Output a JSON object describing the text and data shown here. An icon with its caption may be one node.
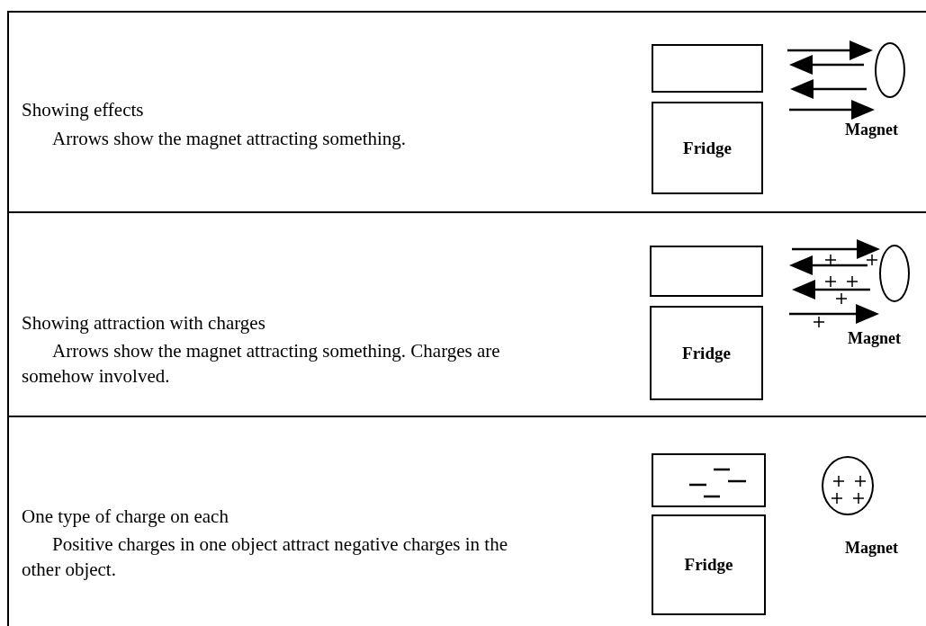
{
  "diagram": {
    "nodes": [
      {
        "text": [
          "Showing effects",
          "Arrows show the magnet attracting something."
        ]
      },
      {
        "text": [],
        "shape": "box",
        "in": 0
      },
      {
        "text": [
          "Fridge"
        ],
        "in": 0
      },
      {
        "text": [],
        "shape": "circle",
        "in": 0,
        "beside": [
          "Magnet"
        ]
      },
      {
        "text": [
          "Showing attraction with charges",
          "Arrows show the magnet attracting something. Charges are somehow involved."
        ]
      },
      {
        "text": [],
        "shape": "box",
        "in": 4
      },
      {
        "text": [
          "Fridge"
        ],
        "in": 4
      },
      {
        "text": [],
        "shape": "circle",
        "in": 4,
        "beside": [
          "Magnet"
        ]
      },
      {
        "text": [
          "One type of charge on each",
          "Positive charges in one object attract negative charges in the other object."
        ]
      },
      {
        "text": [],
        "shape": "box",
        "in": 8
      },
      {
        "text": [
          "Fridge"
        ],
        "in": 8
      },
      {
        "text": [],
        "shape": "circle",
        "in": 8,
        "beside": [
          "Magnet"
        ]
      }
    ]
  }
}
